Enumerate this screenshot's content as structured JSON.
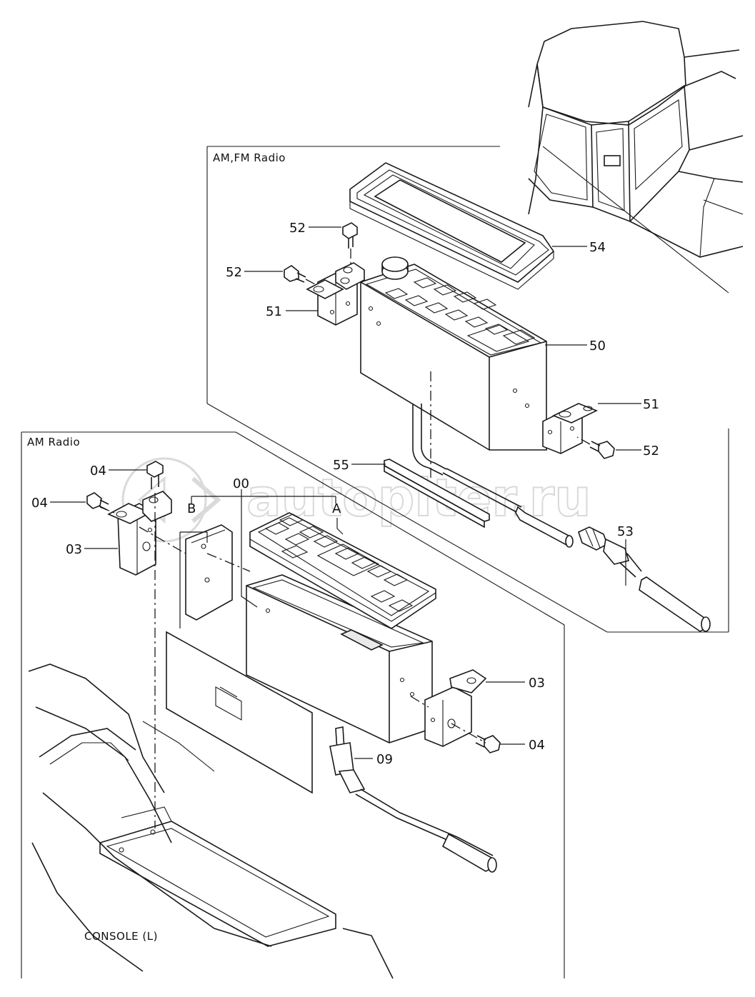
{
  "frames": {
    "top_title": "AM,FM Radio",
    "bottom_title": "AM Radio"
  },
  "bottom_note": "CONSOLE (L)",
  "watermark": "autopiter.ru",
  "callouts": {
    "p52_a": "52",
    "p52_b": "52",
    "p52_c": "52",
    "p54": "54",
    "p51_a": "51",
    "p51_b": "51",
    "p50": "50",
    "p55": "55",
    "p53": "53",
    "p04_a": "04",
    "p04_b": "04",
    "p04_c": "04",
    "p00": "00",
    "pB": "B",
    "pA": "A",
    "p03_a": "03",
    "p03_b": "03",
    "p09": "09"
  }
}
